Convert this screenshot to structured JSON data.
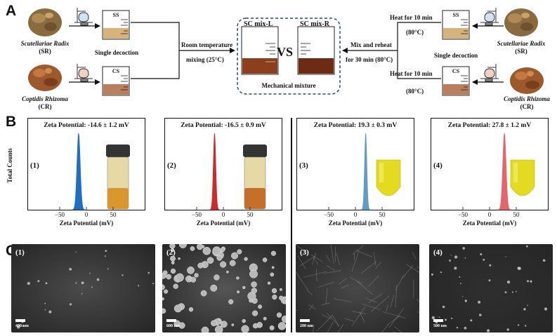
{
  "panel_a": {
    "letter": "A",
    "left_herbs": [
      {
        "name": "Scutellariae Radix",
        "abbr": "(SR)",
        "beaker": "SS",
        "tint": "#d6b27c"
      },
      {
        "name": "Coptidis Rhizoma",
        "abbr": "(CR)",
        "beaker": "CS",
        "tint": "#b97f5c"
      }
    ],
    "right_herbs": [
      {
        "name": "Scutellariae Radix",
        "abbr": "(SR)",
        "beaker": "SS",
        "tint": "#d6b27c"
      },
      {
        "name": "Coptidis Rhizoma",
        "abbr": "(CR)",
        "beaker": "CS",
        "tint": "#b97f5c"
      }
    ],
    "single_decoction": "Single decoction",
    "room_temp": "Room temperature",
    "mixing": "mixing (25°C)",
    "mix_reheat": "Mix and reheat",
    "reheat_time": "for 30 min (80°C)",
    "heat_10": "Heat for 10 min",
    "temp_80": "(80°C)",
    "mix_l": "SC mix-L",
    "vs": "VS",
    "mix_r": "SC mix-R",
    "mechanical": "Mechanical mixture",
    "mix_l_tint": "#8b3f1c",
    "mix_r_tint": "#6e2b14"
  },
  "panel_b": {
    "letter": "B",
    "ylabel": "Total Counts",
    "xlabel": "Zeta Potential (mV)",
    "charts": [
      {
        "num": "(1)",
        "title": "Zeta Potential: -14.6 ± 1.2 mV",
        "peak": -14.6,
        "sd": 1.2,
        "color": "#1f6fbf",
        "ticks": [
          -50,
          0,
          50
        ],
        "vial": "suspension"
      },
      {
        "num": "(2)",
        "title": "Zeta Potential: -16.5 ± 0.9 mV",
        "peak": -16.5,
        "sd": 0.9,
        "color": "#cc2b2b",
        "ticks": [
          -50,
          0,
          50
        ],
        "vial": "suspension"
      },
      {
        "num": "(3)",
        "title": "Zeta Potential: 19.3 ± 0.3 mV",
        "peak": 19.3,
        "sd": 0.3,
        "color": "#5f9cc6",
        "ticks": [
          -50,
          0,
          50
        ],
        "vial": "clear"
      },
      {
        "num": "(4)",
        "title": "Zeta Potential: 27.8 ± 1.2 mV",
        "peak": 27.8,
        "sd": 1.2,
        "color": "#e5656a",
        "ticks": [
          -50,
          0,
          50
        ],
        "vial": "clear"
      }
    ]
  },
  "panel_c": {
    "letter": "C",
    "images": [
      {
        "num": "(1)",
        "scale": "400 nm",
        "particles": "few"
      },
      {
        "num": "(2)",
        "scale": "600 nm",
        "particles": "many"
      },
      {
        "num": "(3)",
        "scale": "200 nm",
        "particles": "fibers"
      },
      {
        "num": "(4)",
        "scale": "500 nm",
        "particles": "sparse"
      }
    ]
  }
}
